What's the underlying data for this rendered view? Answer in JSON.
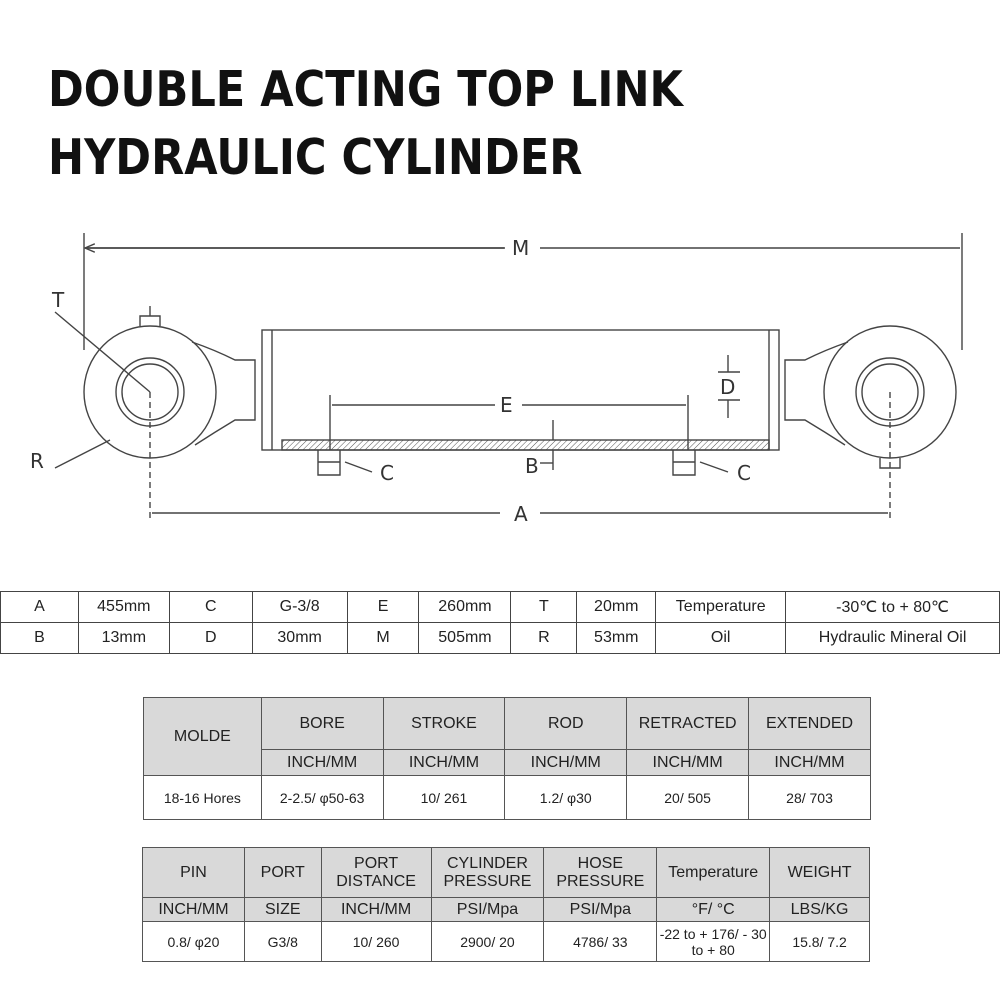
{
  "title": {
    "line1": "DOUBLE ACTING TOP LINK",
    "line2": "HYDRAULIC CYLINDER"
  },
  "diagram_labels": {
    "M": "M",
    "T": "T",
    "R": "R",
    "E": "E",
    "D": "D",
    "B": "B",
    "C_left": "C",
    "C_right": "C",
    "A": "A"
  },
  "dimensions": [
    [
      "A",
      "455mm",
      "C",
      "G-3/8",
      "E",
      "260mm",
      "T",
      "20mm",
      "Temperature",
      "-30℃  to + 80℃"
    ],
    [
      "B",
      "13mm",
      "D",
      "30mm",
      "M",
      "505mm",
      "R",
      "53mm",
      "Oil",
      "Hydraulic Mineral Oil"
    ]
  ],
  "spec_table_1": {
    "headers": [
      "MOLDE",
      "BORE",
      "STROKE",
      "ROD",
      "RETRACTED",
      "EXTENDED"
    ],
    "units": [
      "INCH/MM",
      "INCH/MM",
      "INCH/MM",
      "INCH/MM",
      "INCH/MM"
    ],
    "row": [
      "18-16 Hores",
      "2-2.5/ φ50-63",
      "10/ 261",
      "1.2/ φ30",
      "20/ 505",
      "28/ 703"
    ]
  },
  "spec_table_2": {
    "headers": [
      "PIN",
      "PORT",
      "PORT DISTANCE",
      "CYLINDER PRESSURE",
      "HOSE PRESSURE",
      "Temperature",
      "WEIGHT"
    ],
    "units": [
      "INCH/MM",
      "SIZE",
      "INCH/MM",
      "PSI/Mpa",
      "PSI/Mpa",
      "°F/ °C",
      "LBS/KG"
    ],
    "row": [
      "0.8/ φ20",
      "G3/8",
      "10/ 260",
      "2900/ 20",
      "4786/ 33",
      "-22 to + 176/ - 30 to + 80",
      "15.8/ 7.2"
    ]
  }
}
